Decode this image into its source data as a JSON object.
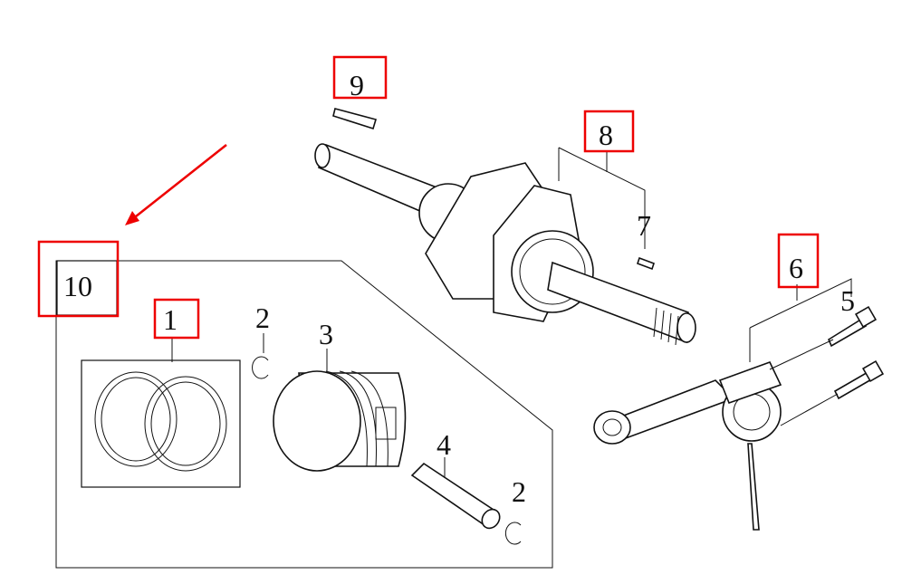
{
  "diagram": {
    "title": "Crankshaft, piston and connecting rod exploded view",
    "labels": {
      "piston_ring_set": "1",
      "piston_pin_clip_upper": "2",
      "piston": "3",
      "piston_pin": "4",
      "piston_pin_clip_lower": "2",
      "connecting_rod_bolt": "5",
      "connecting_rod_assembly": "6",
      "crank_key": "7",
      "crankshaft_assembly": "8",
      "key": "9",
      "piston_assembly": "10"
    },
    "highlighted_labels": [
      "10",
      "1",
      "9",
      "8",
      "6"
    ],
    "highlight_color": "#e00000",
    "arrow_color": "#e00000"
  }
}
